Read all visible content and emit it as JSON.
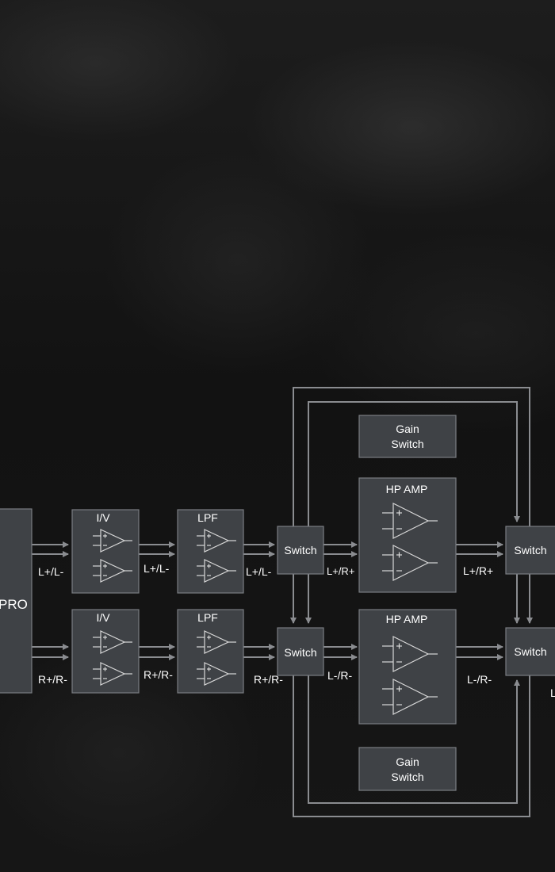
{
  "dac_label": "PRO",
  "blocks": {
    "iv_top": "I/V",
    "lpf_top": "LPF",
    "iv_bottom": "I/V",
    "lpf_bottom": "LPF",
    "switch_1": "Switch",
    "switch_2": "Switch",
    "switch_3": "Switch",
    "switch_4": "Switch",
    "hp_amp_top": "HP AMP",
    "hp_amp_bottom": "HP AMP",
    "gain_switch_top": [
      "Gain",
      "Switch"
    ],
    "gain_switch_bottom": [
      "Gain",
      "Switch"
    ]
  },
  "signals": {
    "top_1": "L+/L-",
    "top_2": "L+/L-",
    "top_3": "L+/L-",
    "top_4": "L+/R+",
    "top_5": "L+/R+",
    "bottom_1": "R+/R-",
    "bottom_2": "R+/R-",
    "bottom_3": "R+/R-",
    "bottom_4": "L-/R-",
    "bottom_5": "L-/R-",
    "edge": "L"
  },
  "colors": {
    "background": "#141414",
    "block_fill": "#3f4246",
    "wire": "#8a8c90",
    "text": "#ffffff"
  }
}
